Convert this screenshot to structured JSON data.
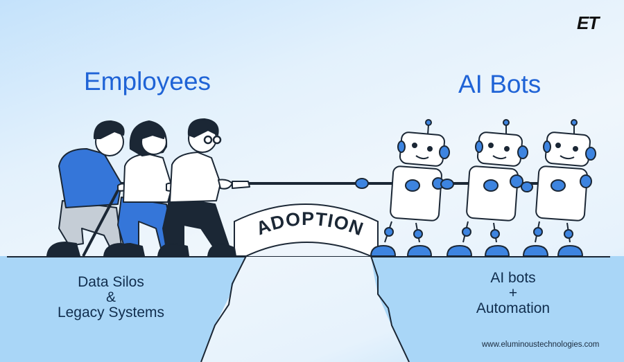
{
  "logo": {
    "text": "ET"
  },
  "titles": {
    "left": "Employees",
    "right": "AI Bots"
  },
  "sign": {
    "text": "ADOPTION"
  },
  "labels": {
    "left": {
      "line1": "Data Silos",
      "line2": "&",
      "line3": "Legacy Systems"
    },
    "right": {
      "line1": "AI bots",
      "line2": "+",
      "line3": "Automation"
    }
  },
  "footer": {
    "url": "www.eluminoustechnologies.com"
  },
  "colors": {
    "accent_blue": "#1f63d6",
    "robot_blue": "#3d84e0",
    "outline": "#1b2735",
    "ground": "#a9d6f7",
    "label_text": "#102d4d"
  },
  "illustration": {
    "employees": [
      "man-blue-sweater",
      "woman-white-top",
      "man-glasses-white-shirt"
    ],
    "robots": [
      "robot-1",
      "robot-2",
      "robot-3"
    ]
  }
}
